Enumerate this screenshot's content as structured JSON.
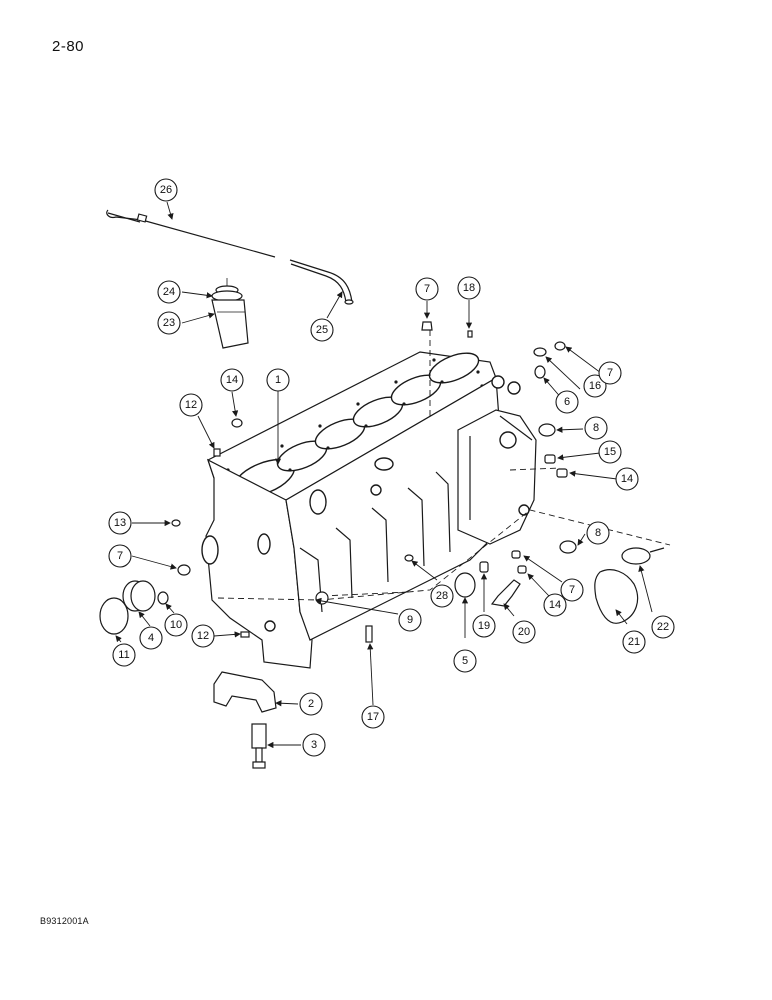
{
  "page_number": "2-80",
  "figure_code": "B9312001A",
  "callouts": [
    {
      "label": "26"
    },
    {
      "label": "24"
    },
    {
      "label": "23"
    },
    {
      "label": "25"
    },
    {
      "label": "7"
    },
    {
      "label": "18"
    },
    {
      "label": "16"
    },
    {
      "label": "7"
    },
    {
      "label": "6"
    },
    {
      "label": "14"
    },
    {
      "label": "1"
    },
    {
      "label": "12"
    },
    {
      "label": "8"
    },
    {
      "label": "15"
    },
    {
      "label": "14"
    },
    {
      "label": "13"
    },
    {
      "label": "8"
    },
    {
      "label": "7"
    },
    {
      "label": "22"
    },
    {
      "label": "7"
    },
    {
      "label": "11"
    },
    {
      "label": "4"
    },
    {
      "label": "10"
    },
    {
      "label": "12"
    },
    {
      "label": "9"
    },
    {
      "label": "28"
    },
    {
      "label": "5"
    },
    {
      "label": "19"
    },
    {
      "label": "20"
    },
    {
      "label": "14"
    },
    {
      "label": "21"
    },
    {
      "label": "2"
    },
    {
      "label": "3"
    },
    {
      "label": "17"
    }
  ]
}
